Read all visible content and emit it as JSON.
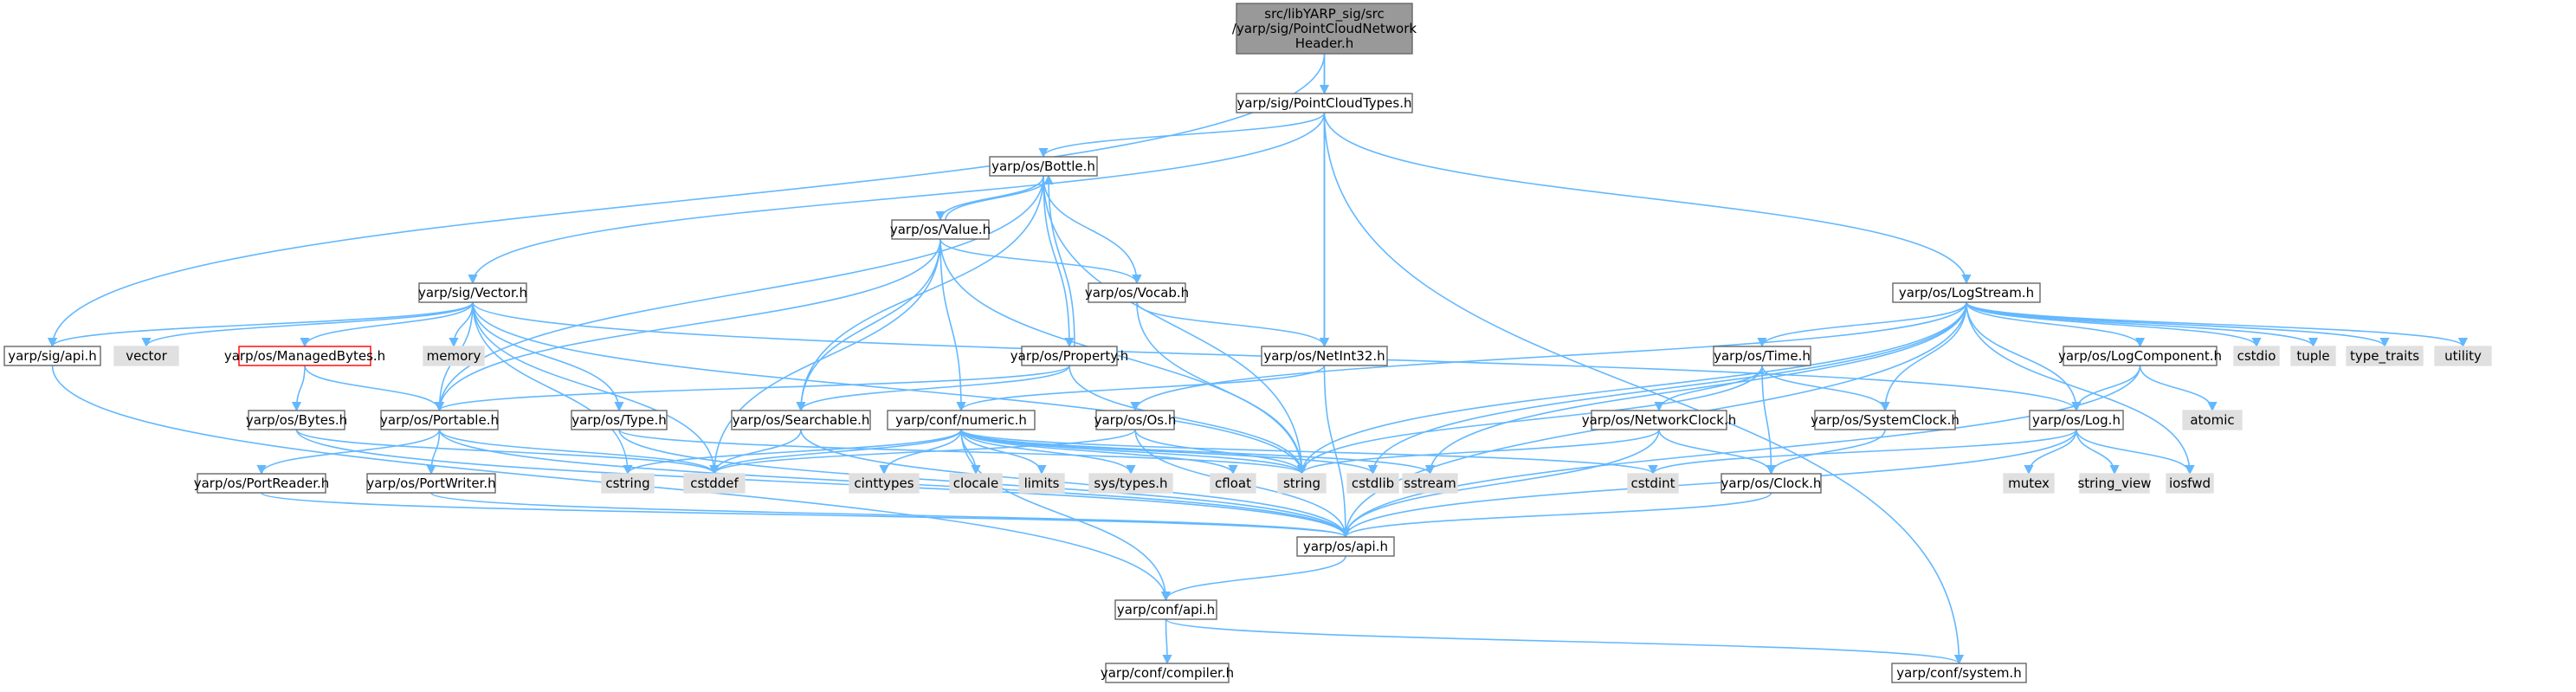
{
  "diagram": {
    "type": "include-dependency-graph",
    "colors": {
      "root_fill": "#999999",
      "header_fill": "#ffffff",
      "system_fill": "#e0e0e0",
      "missing_border": "#ff0000",
      "node_border": "#666666",
      "edge": "#63b8ff"
    },
    "nodes": [
      {
        "id": "root",
        "label": "src/libYARP_sig/src\n/yarp/sig/PointCloudNetwork\nHeader.h",
        "kind": "root"
      },
      {
        "id": "pct",
        "label": "yarp/sig/PointCloudTypes.h",
        "kind": "header"
      },
      {
        "id": "bottle",
        "label": "yarp/os/Bottle.h",
        "kind": "header"
      },
      {
        "id": "value",
        "label": "yarp/os/Value.h",
        "kind": "header"
      },
      {
        "id": "vocab",
        "label": "yarp/os/Vocab.h",
        "kind": "header"
      },
      {
        "id": "vector",
        "label": "yarp/sig/Vector.h",
        "kind": "header"
      },
      {
        "id": "logstream",
        "label": "yarp/os/LogStream.h",
        "kind": "header"
      },
      {
        "id": "sigapi",
        "label": "yarp/sig/api.h",
        "kind": "header"
      },
      {
        "id": "stdvector",
        "label": "vector",
        "kind": "system"
      },
      {
        "id": "managed",
        "label": "yarp/os/ManagedBytes.h",
        "kind": "missing"
      },
      {
        "id": "memory",
        "label": "memory",
        "kind": "system"
      },
      {
        "id": "property",
        "label": "yarp/os/Property.h",
        "kind": "header"
      },
      {
        "id": "netint",
        "label": "yarp/os/NetInt32.h",
        "kind": "header"
      },
      {
        "id": "time",
        "label": "yarp/os/Time.h",
        "kind": "header"
      },
      {
        "id": "logcomp",
        "label": "yarp/os/LogComponent.h",
        "kind": "header"
      },
      {
        "id": "cstdio",
        "label": "cstdio",
        "kind": "system"
      },
      {
        "id": "tuple",
        "label": "tuple",
        "kind": "system"
      },
      {
        "id": "typetraits",
        "label": "type_traits",
        "kind": "system"
      },
      {
        "id": "utility",
        "label": "utility",
        "kind": "system"
      },
      {
        "id": "bytes",
        "label": "yarp/os/Bytes.h",
        "kind": "header"
      },
      {
        "id": "portable",
        "label": "yarp/os/Portable.h",
        "kind": "header"
      },
      {
        "id": "type",
        "label": "yarp/os/Type.h",
        "kind": "header"
      },
      {
        "id": "searchable",
        "label": "yarp/os/Searchable.h",
        "kind": "header"
      },
      {
        "id": "numeric",
        "label": "yarp/conf/numeric.h",
        "kind": "header"
      },
      {
        "id": "osh",
        "label": "yarp/os/Os.h",
        "kind": "header"
      },
      {
        "id": "netclock",
        "label": "yarp/os/NetworkClock.h",
        "kind": "header"
      },
      {
        "id": "sysclock",
        "label": "yarp/os/SystemClock.h",
        "kind": "header"
      },
      {
        "id": "log",
        "label": "yarp/os/Log.h",
        "kind": "header"
      },
      {
        "id": "atomic",
        "label": "atomic",
        "kind": "system"
      },
      {
        "id": "portreader",
        "label": "yarp/os/PortReader.h",
        "kind": "header"
      },
      {
        "id": "portwriter",
        "label": "yarp/os/PortWriter.h",
        "kind": "header"
      },
      {
        "id": "cstring",
        "label": "cstring",
        "kind": "system"
      },
      {
        "id": "cstddef",
        "label": "cstddef",
        "kind": "system"
      },
      {
        "id": "cinttypes",
        "label": "cinttypes",
        "kind": "system"
      },
      {
        "id": "clocale",
        "label": "clocale",
        "kind": "system"
      },
      {
        "id": "limits",
        "label": "limits",
        "kind": "system"
      },
      {
        "id": "systypes",
        "label": "sys/types.h",
        "kind": "system"
      },
      {
        "id": "cfloat",
        "label": "cfloat",
        "kind": "system"
      },
      {
        "id": "string",
        "label": "string",
        "kind": "system"
      },
      {
        "id": "cstdlib",
        "label": "cstdlib",
        "kind": "system"
      },
      {
        "id": "sstream",
        "label": "sstream",
        "kind": "system"
      },
      {
        "id": "cstdint",
        "label": "cstdint",
        "kind": "system"
      },
      {
        "id": "clock",
        "label": "yarp/os/Clock.h",
        "kind": "header"
      },
      {
        "id": "mutex",
        "label": "mutex",
        "kind": "system"
      },
      {
        "id": "stringview",
        "label": "string_view",
        "kind": "system"
      },
      {
        "id": "iosfwd",
        "label": "iosfwd",
        "kind": "system"
      },
      {
        "id": "osapi",
        "label": "yarp/os/api.h",
        "kind": "header"
      },
      {
        "id": "confapi",
        "label": "yarp/conf/api.h",
        "kind": "header"
      },
      {
        "id": "compiler",
        "label": "yarp/conf/compiler.h",
        "kind": "header"
      },
      {
        "id": "system",
        "label": "yarp/conf/system.h",
        "kind": "header"
      }
    ],
    "edges": [
      [
        "root",
        "pct"
      ],
      [
        "root",
        "sigapi"
      ],
      [
        "root",
        "netint"
      ],
      [
        "pct",
        "bottle"
      ],
      [
        "pct",
        "vector"
      ],
      [
        "pct",
        "netint"
      ],
      [
        "pct",
        "logstream"
      ],
      [
        "pct",
        "system"
      ],
      [
        "bottle",
        "value"
      ],
      [
        "bottle",
        "vocab"
      ],
      [
        "bottle",
        "property"
      ],
      [
        "bottle",
        "searchable"
      ],
      [
        "bottle",
        "portable"
      ],
      [
        "bottle",
        "string"
      ],
      [
        "value",
        "bottle"
      ],
      [
        "value",
        "vocab"
      ],
      [
        "value",
        "portable"
      ],
      [
        "value",
        "searchable"
      ],
      [
        "value",
        "numeric"
      ],
      [
        "value",
        "cstddef"
      ],
      [
        "value",
        "string"
      ],
      [
        "vocab",
        "netint"
      ],
      [
        "vocab",
        "string"
      ],
      [
        "property",
        "bottle"
      ],
      [
        "property",
        "portable"
      ],
      [
        "property",
        "searchable"
      ],
      [
        "property",
        "string"
      ],
      [
        "vector",
        "sigapi"
      ],
      [
        "vector",
        "stdvector"
      ],
      [
        "vector",
        "managed"
      ],
      [
        "vector",
        "memory"
      ],
      [
        "vector",
        "portable"
      ],
      [
        "vector",
        "type"
      ],
      [
        "vector",
        "log"
      ],
      [
        "vector",
        "cstring"
      ],
      [
        "vector",
        "cstddef"
      ],
      [
        "vector",
        "string"
      ],
      [
        "managed",
        "bytes"
      ],
      [
        "managed",
        "portable"
      ],
      [
        "bytes",
        "cstddef"
      ],
      [
        "bytes",
        "osapi"
      ],
      [
        "portable",
        "portreader"
      ],
      [
        "portable",
        "portwriter"
      ],
      [
        "portable",
        "cstddef"
      ],
      [
        "portable",
        "osapi"
      ],
      [
        "portreader",
        "osapi"
      ],
      [
        "portwriter",
        "osapi"
      ],
      [
        "type",
        "string"
      ],
      [
        "type",
        "osapi"
      ],
      [
        "searchable",
        "cstddef"
      ],
      [
        "searchable",
        "osapi"
      ],
      [
        "numeric",
        "cinttypes"
      ],
      [
        "numeric",
        "clocale"
      ],
      [
        "numeric",
        "limits"
      ],
      [
        "numeric",
        "systypes"
      ],
      [
        "numeric",
        "cfloat"
      ],
      [
        "numeric",
        "string"
      ],
      [
        "numeric",
        "cstdlib"
      ],
      [
        "numeric",
        "cstring"
      ],
      [
        "numeric",
        "sstream"
      ],
      [
        "numeric",
        "cstddef"
      ],
      [
        "numeric",
        "cstdint"
      ],
      [
        "numeric",
        "confapi"
      ],
      [
        "netint",
        "numeric"
      ],
      [
        "netint",
        "osapi"
      ],
      [
        "logstream",
        "osh"
      ],
      [
        "logstream",
        "time"
      ],
      [
        "logstream",
        "logcomp"
      ],
      [
        "logstream",
        "log"
      ],
      [
        "logstream",
        "sysclock"
      ],
      [
        "logstream",
        "cstdio"
      ],
      [
        "logstream",
        "tuple"
      ],
      [
        "logstream",
        "typetraits"
      ],
      [
        "logstream",
        "utility"
      ],
      [
        "logstream",
        "string"
      ],
      [
        "logstream",
        "cstdlib"
      ],
      [
        "logstream",
        "sstream"
      ],
      [
        "logstream",
        "iosfwd"
      ],
      [
        "logstream",
        "osapi"
      ],
      [
        "osh",
        "string"
      ],
      [
        "osh",
        "cstddef"
      ],
      [
        "osh",
        "osapi"
      ],
      [
        "time",
        "netclock"
      ],
      [
        "time",
        "sysclock"
      ],
      [
        "time",
        "clock"
      ],
      [
        "time",
        "string"
      ],
      [
        "netclock",
        "clock"
      ],
      [
        "netclock",
        "string"
      ],
      [
        "netclock",
        "osapi"
      ],
      [
        "sysclock",
        "clock"
      ],
      [
        "clock",
        "osapi"
      ],
      [
        "logcomp",
        "log"
      ],
      [
        "logcomp",
        "atomic"
      ],
      [
        "logcomp",
        "osapi"
      ],
      [
        "log",
        "mutex"
      ],
      [
        "log",
        "stringview"
      ],
      [
        "log",
        "iosfwd"
      ],
      [
        "log",
        "cstdint"
      ],
      [
        "log",
        "osapi"
      ],
      [
        "sigapi",
        "confapi"
      ],
      [
        "osapi",
        "confapi"
      ],
      [
        "confapi",
        "compiler"
      ],
      [
        "confapi",
        "system"
      ]
    ]
  }
}
